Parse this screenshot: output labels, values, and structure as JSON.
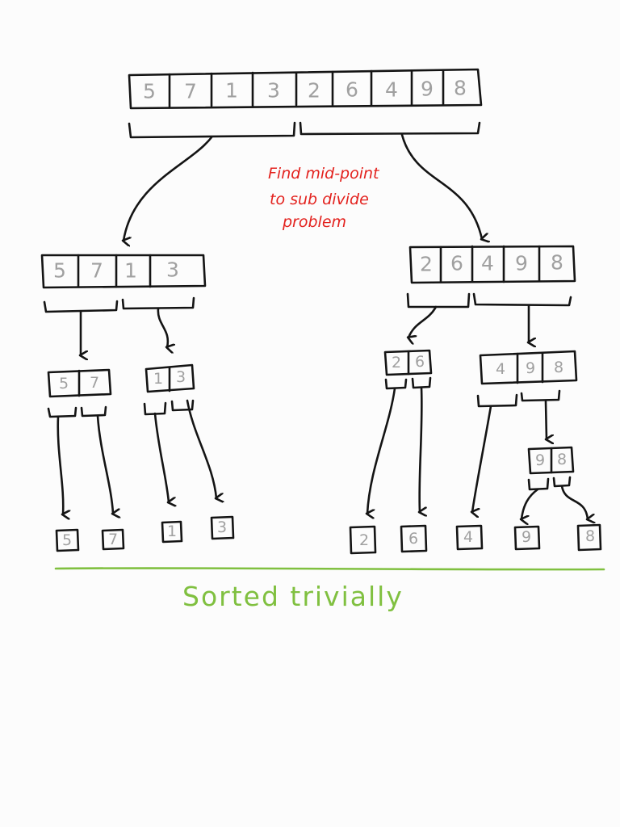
{
  "arrays": {
    "root": [
      "5",
      "7",
      "1",
      "3",
      "2",
      "6",
      "4",
      "9",
      "8"
    ],
    "left": [
      "5",
      "7",
      "1",
      "3"
    ],
    "right": [
      "2",
      "6",
      "4",
      "9",
      "8"
    ],
    "left_left": [
      "5",
      "7"
    ],
    "left_right": [
      "1",
      "3"
    ],
    "right_left": [
      "2",
      "6"
    ],
    "right_right": [
      "4",
      "9",
      "8"
    ],
    "right_right_sub": [
      "9",
      "8"
    ],
    "leaves": [
      "5",
      "7",
      "1",
      "3",
      "2",
      "6",
      "4",
      "9",
      "8"
    ]
  },
  "annotation": {
    "line1": "Find mid-point",
    "line2": "to sub divide",
    "line3": "problem"
  },
  "caption": "Sorted trivially",
  "colors": {
    "ink": "#141414",
    "digits": "#a0a0a0",
    "annotation": "#e3221e",
    "caption": "#80c040"
  }
}
